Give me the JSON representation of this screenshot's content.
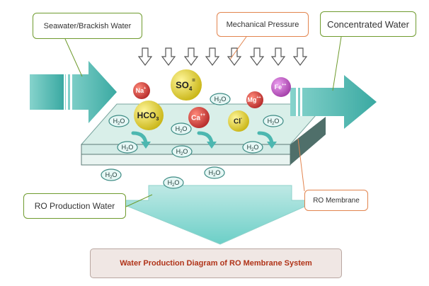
{
  "callouts": {
    "feed": "Seawater/Brackish Water",
    "pressure": "Mechanical Pressure",
    "concentrate": "Concentrated Water",
    "production": "RO Production Water",
    "membrane": "RO Membrane"
  },
  "caption": "Water Production Diagram of RO Membrane System",
  "ions": [
    {
      "id": "na",
      "main": "Na",
      "sup": "+",
      "sub": "",
      "color": "#b52a2a"
    },
    {
      "id": "so4",
      "main": "SO",
      "sup": "=",
      "sub": "4",
      "color": "#c9b515"
    },
    {
      "id": "mg",
      "main": "Mg",
      "sup": "++",
      "sub": "",
      "color": "#b52a2a"
    },
    {
      "id": "fe",
      "main": "Fe",
      "sup": "++",
      "sub": "",
      "color": "#a33ea8"
    },
    {
      "id": "hco3",
      "main": "HCO",
      "sup": "",
      "sub": "3",
      "color": "#c9b515"
    },
    {
      "id": "ca",
      "main": "Ca",
      "sup": "++",
      "sub": "",
      "color": "#b52a2a"
    },
    {
      "id": "cl",
      "main": "Cl",
      "sup": "-",
      "sub": "",
      "color": "#c9b515"
    }
  ],
  "water": {
    "main": "H",
    "sub": "2",
    "tail": "O"
  },
  "colors": {
    "arrow_teal": "#4cb7b0",
    "membrane_top": "#d9efe9",
    "membrane_side": "#4f6f6a",
    "callout_green_border": "#6f9b2e",
    "callout_orange_border": "#e2844e",
    "caption_text": "#b03318"
  }
}
